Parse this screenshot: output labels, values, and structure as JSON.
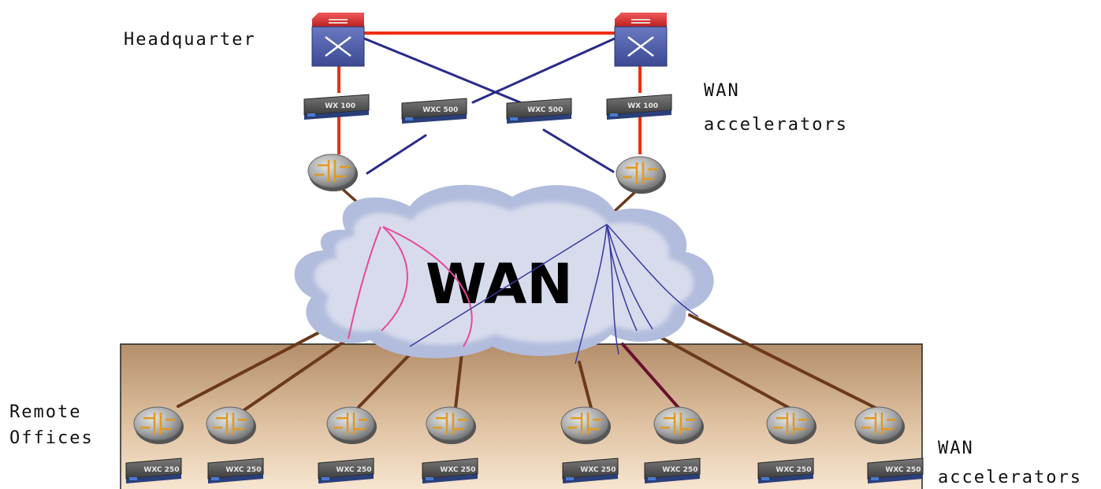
{
  "labels": {
    "headquarter": "Headquarter",
    "wan_acc_top_line1": "WAN",
    "wan_acc_top_line2": "accelerators",
    "remote_line1": "Remote",
    "remote_line2": "Offices",
    "wan_acc_bottom_line1": "WAN",
    "wan_acc_bottom_line2": "accelerators",
    "cloud": "WAN"
  },
  "devices": {
    "hq_accelerators": [
      "WX 100",
      "WXC 500",
      "WXC 500",
      "WX 100"
    ],
    "remote_accelerators": [
      "WXC 250",
      "WXC 250",
      "WXC 250",
      "WXC 250",
      "WXC 250",
      "WXC 250",
      "WXC 250",
      "WXC 250"
    ]
  },
  "icons": {
    "switch": "switch-icon",
    "router": "router-icon",
    "accelerator": "wan-accelerator-icon",
    "cloud": "cloud-icon"
  },
  "colors": {
    "hq_link": "#ee2f12",
    "cross_link": "#2a2a8a",
    "router_link": "#6b3a1a",
    "pink_path": "#e8489a",
    "blue_path": "#3a3aa0",
    "highlight_link": "#6a1030",
    "cloud_fill": "#d7dbec",
    "cloud_edge": "#b2bcdc",
    "remote_box_top": "#b48e6a",
    "remote_box_bottom": "#f8e8d4"
  }
}
